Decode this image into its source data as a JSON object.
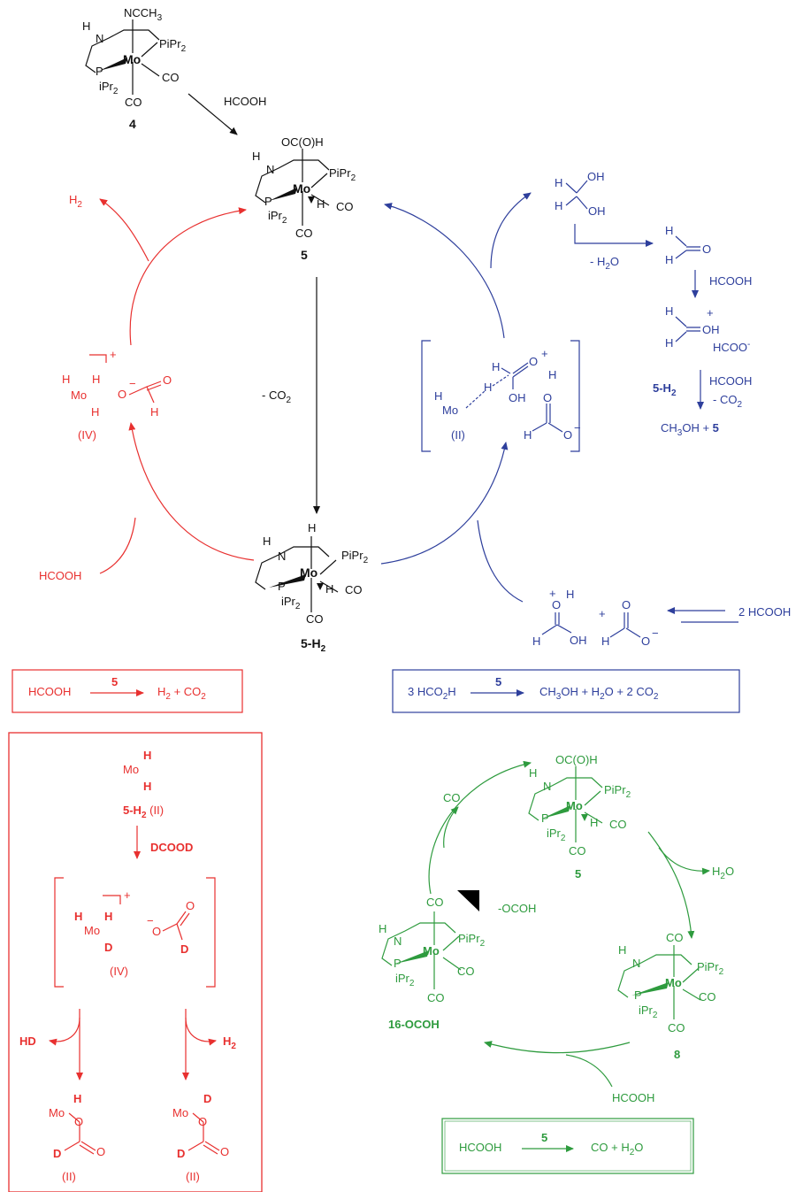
{
  "colors": {
    "black": "#111111",
    "red": "#e8302f",
    "blue": "#2e3f9c",
    "green": "#2e9b3e"
  },
  "labels": {
    "c4": "4",
    "c5": "5",
    "c5h2": "5-H",
    "c5h2_sub": "2",
    "c8": "8",
    "c16": "16-OCOH",
    "iv": "(IV)",
    "ii": "(II)"
  },
  "complex": {
    "h": "H",
    "n": "N",
    "p": "P",
    "mo": "Mo",
    "pipr2": "PiPr",
    "ipr2": "iPr",
    "sub2": "2",
    "co": "CO",
    "ncch3": "NCCH",
    "sub3": "3",
    "ococh": "OC(O)H"
  },
  "reagents": {
    "hcooh": "HCOOH",
    "dcood": "DCOOD",
    "minus_co2": "- CO",
    "minus_h2o": "- H",
    "h2": "H",
    "hd": "HD",
    "h2o": "H",
    "co": "CO",
    "two_hcooh": "2 HCOOH",
    "ocoh_anion": "-OCOH",
    "hcoo_minus": "HCOO",
    "ch3oh": "CH",
    "plus5": "OH + ",
    "five": "5"
  },
  "boxes": {
    "red": {
      "reactant": "HCOOH",
      "catalyst": "5",
      "products": "H  +  CO"
    },
    "blue": {
      "reactant": "3 HCO",
      "catalyst": "5",
      "p1": "CH",
      "p2": "H",
      "p3": "2 CO"
    },
    "green": {
      "reactant": "HCOOH",
      "catalyst": "5",
      "products": "CO  +  H"
    }
  }
}
